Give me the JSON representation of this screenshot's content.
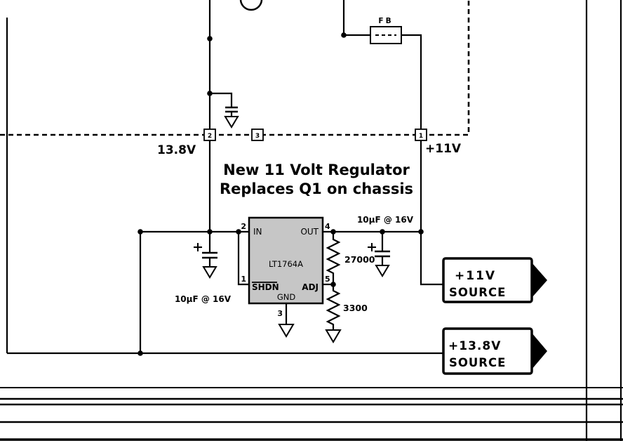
{
  "diagram": {
    "title": {
      "line1": "New 11 Volt Regulator",
      "line2": "Replaces Q1 on chassis"
    },
    "bus": {
      "label_left": "13.8V",
      "label_right": "+11V",
      "connector_2": "2",
      "connector_3": "3",
      "connector_1": "1"
    },
    "ferrite_bead": {
      "label": "FB"
    },
    "ic": {
      "part": "LT1764A",
      "pin_in": "IN",
      "pin_out": "OUT",
      "pin_shdn": "SHDN",
      "pin_adj": "ADJ",
      "pin_gnd": "GND",
      "num_in": "2",
      "num_out": "4",
      "num_shdn": "1",
      "num_adj": "5",
      "num_gnd": "3"
    },
    "components": {
      "input_cap": "10µF @ 16V",
      "output_cap": "10µF @ 16V",
      "resistor_top": "27000",
      "resistor_bottom": "3300"
    },
    "sources": {
      "v11_line1": "+11V",
      "v11_line2": "SOURCE",
      "v138_line1": "+13.8V",
      "v138_line2": "SOURCE"
    },
    "colors": {
      "ink": "#000000",
      "ic_fill": "#c6c6c6",
      "ic_text_light": "#ececec",
      "background": "#ffffff"
    }
  }
}
